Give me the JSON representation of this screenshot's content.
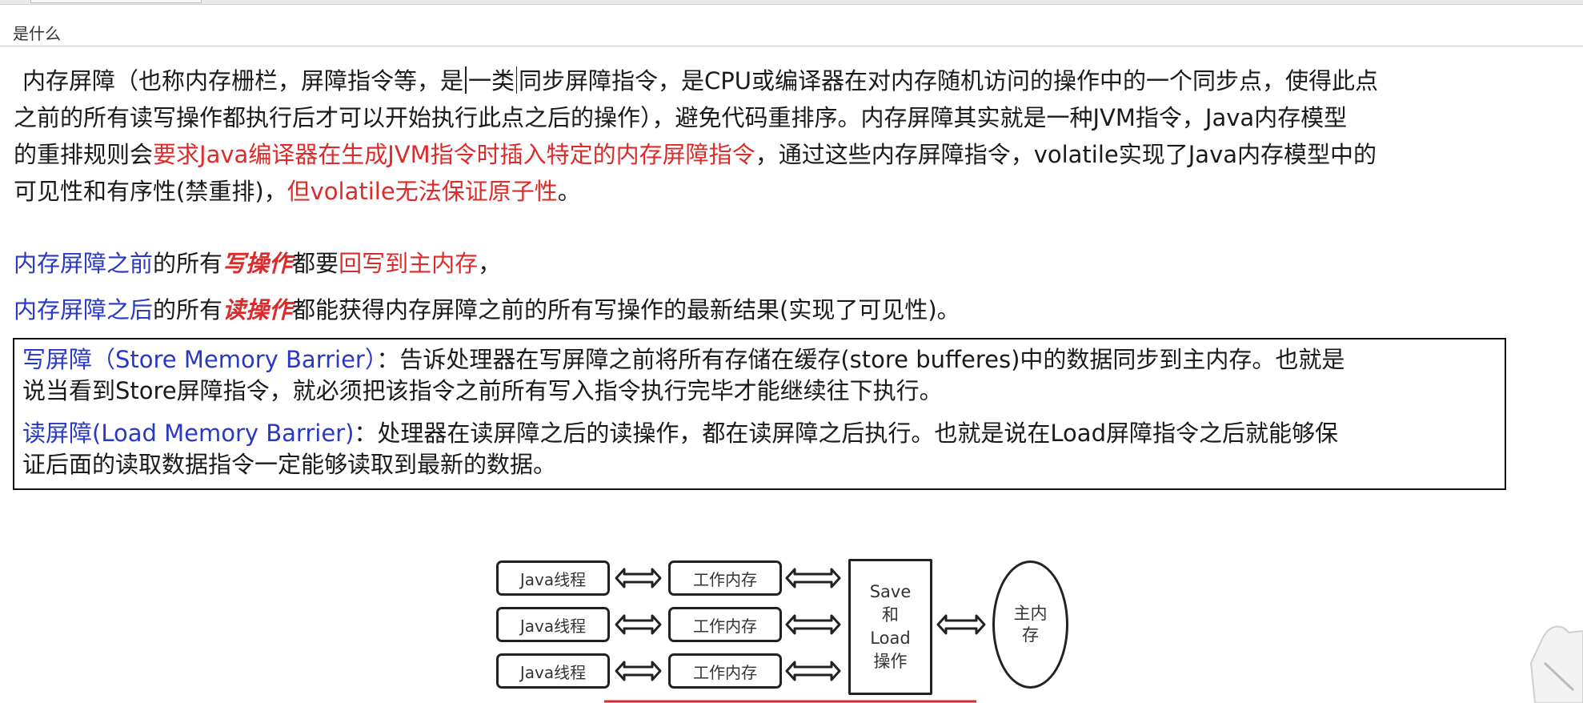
{
  "window": {
    "title": "是什么"
  },
  "paragraph1": {
    "line1a": "内存屏障（也称内存栅栏，屏障指令等，是",
    "line1b": "一类",
    "line1c": "同步屏障指令，是CPU或编译器在对内存随机访问的操作中的一个同步点，使得此点",
    "line2": "之前的所有读写操作都执行后才可以开始执行此点之后的操作），避免代码重排序。内存屏障其实就是一种JVM指令，Java内存模型",
    "line3a": "的重排规则会",
    "line3b": "要求Java编译器在生成JVM指令时插入特定的内存屏障指令",
    "line3c": "，通过这些内存屏障指令，volatile实现了Java内存模型中的",
    "line4a": "可见性和有序性(禁重排)，",
    "line4b": "但volatile无法保证原子性",
    "line4c": "。"
  },
  "write_rule": {
    "a": "内存屏障之前",
    "b": "的所有",
    "c": "写操作",
    "d": "都要",
    "e": "回写到主内存",
    "f": "，"
  },
  "read_rule": {
    "a": "内存屏障之后",
    "b": "的所有",
    "c": "读操作",
    "d": "都能获得内存屏障之前的所有写操作的最新结果(实现了可见性)。"
  },
  "barrier_box": {
    "store_title": "写屏障（Store Memory Barrier）",
    "store_text1": "：告诉处理器在写屏障之前将所有存储在缓存(store bufferes)中的数据同步到主内存。也就是",
    "store_text2": "说当看到Store屏障指令，就必须把该指令之前所有写入指令执行完毕才能继续往下执行。",
    "load_title": "读屏障(Load Memory Barrier)",
    "load_text1": "：处理器在读屏障之后的读操作，都在读屏障之后执行。也就是说在Load屏障指令之后就能够保",
    "load_text2": "证后面的读取数据指令一定能够读取到最新的数据。"
  },
  "diagram": {
    "java_thread": "Java线程",
    "work_memory": "工作内存",
    "save_load": [
      "Save",
      "和",
      "Load",
      "操作"
    ],
    "main_memory": [
      "主内",
      "存"
    ]
  },
  "colors": {
    "red": "#dc2b2b",
    "blue": "#2a39c4"
  }
}
